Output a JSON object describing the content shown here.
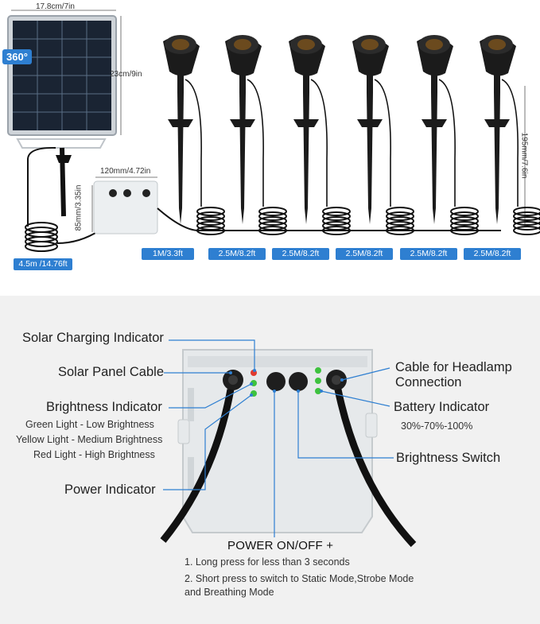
{
  "top": {
    "panel_width_label": "17.8cm/7in",
    "panel_height_label": "23cm/9in",
    "rotation_badge": "360°",
    "box_width_label": "120mm/4.72in",
    "box_height_label": "85mm/3.35in",
    "lamp_height_label": "195mm/7.6in",
    "panel_cable_label": "4.5m /14.76ft",
    "cable_labels": [
      "1M/3.3ft",
      "2.5M/8.2ft",
      "2.5M/8.2ft",
      "2.5M/8.2ft",
      "2.5M/8.2ft",
      "2.5M/8.2ft"
    ],
    "label_color": "#2e7fd1"
  },
  "bottom": {
    "solar_charging_indicator": "Solar Charging Indicator",
    "solar_panel_cable": "Solar Panel Cable",
    "brightness_indicator": "Brightness Indicator",
    "brightness_notes": [
      "Green Light - Low Brightness",
      "Yellow Light - Medium Brightness",
      "Red Light - High Brightness"
    ],
    "power_indicator": "Power Indicator",
    "cable_headlamp_line1": "Cable for Headlamp",
    "cable_headlamp_line2": "Connection",
    "battery_indicator": "Battery Indicator",
    "battery_levels": "30%-70%-100%",
    "brightness_switch": "Brightness Switch",
    "power_title": "POWER ON/OFF +",
    "instructions": [
      "1. Long press for less than 3 seconds",
      "2. Short press to switch to Static Mode,Strobe Mode and Breathing Mode"
    ],
    "led_green": "#3ec23e",
    "led_red": "#e03a2f"
  }
}
